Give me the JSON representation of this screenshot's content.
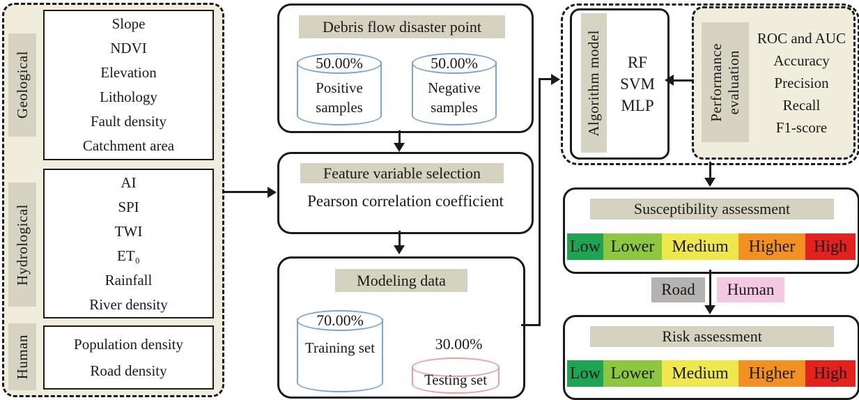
{
  "colors": {
    "ink": "#1a1a1a",
    "panel_bg": "#f0eddd",
    "strip_bg": "#d6d3c2",
    "heading_bg": "#d5d2c0",
    "cylinder_blue": "#78a6d8",
    "cylinder_pink": "#ee9d9d",
    "road_bg": "#b5b3b2",
    "human_bg": "#f3c8e1"
  },
  "left_panel": {
    "groups": [
      {
        "label": "Geological",
        "items": [
          "Slope",
          "NDVI",
          "Elevation",
          "Lithology",
          "Fault density",
          "Catchment area"
        ]
      },
      {
        "label": "Hydrological",
        "items": [
          "AI",
          "SPI",
          "TWI",
          "ET₀",
          "Rainfall",
          "River density"
        ]
      },
      {
        "label": "Human",
        "items": [
          "Population density",
          "Road density"
        ]
      }
    ]
  },
  "flow": {
    "debris": {
      "title": "Debris flow disaster point",
      "positive_pct": "50.00%",
      "positive_label": "Positive samples",
      "negative_pct": "50.00%",
      "negative_label": "Negative samples"
    },
    "feature": {
      "title": "Feature variable selection",
      "method": "Pearson correlation coefficient"
    },
    "modeling": {
      "title": "Modeling data",
      "training_pct": "70.00%",
      "training_label": "Training set",
      "testing_pct": "30.00%",
      "testing_label": "Testing set"
    }
  },
  "right": {
    "algorithm": {
      "label": "Algorithm model",
      "models": [
        "RF",
        "SVM",
        "MLP"
      ]
    },
    "performance": {
      "label_line1": "Performance",
      "label_line2": "evaluation",
      "metrics": [
        "ROC and AUC",
        "Accuracy",
        "Precision",
        "Recall",
        "F1-score"
      ]
    },
    "susceptibility_title": "Susceptibility assessment",
    "risk_title": "Risk assessment",
    "road_label": "Road",
    "human_label": "Human",
    "scale": [
      {
        "label": "Low",
        "color": "#1ea553",
        "flex": 52
      },
      {
        "label": "Lower",
        "color": "#8dc63f",
        "flex": 84
      },
      {
        "label": "Medium",
        "color": "#efe84c",
        "flex": 110
      },
      {
        "label": "Higher",
        "color": "#f29022",
        "flex": 96
      },
      {
        "label": "High",
        "color": "#e5211d",
        "flex": 72
      }
    ]
  }
}
